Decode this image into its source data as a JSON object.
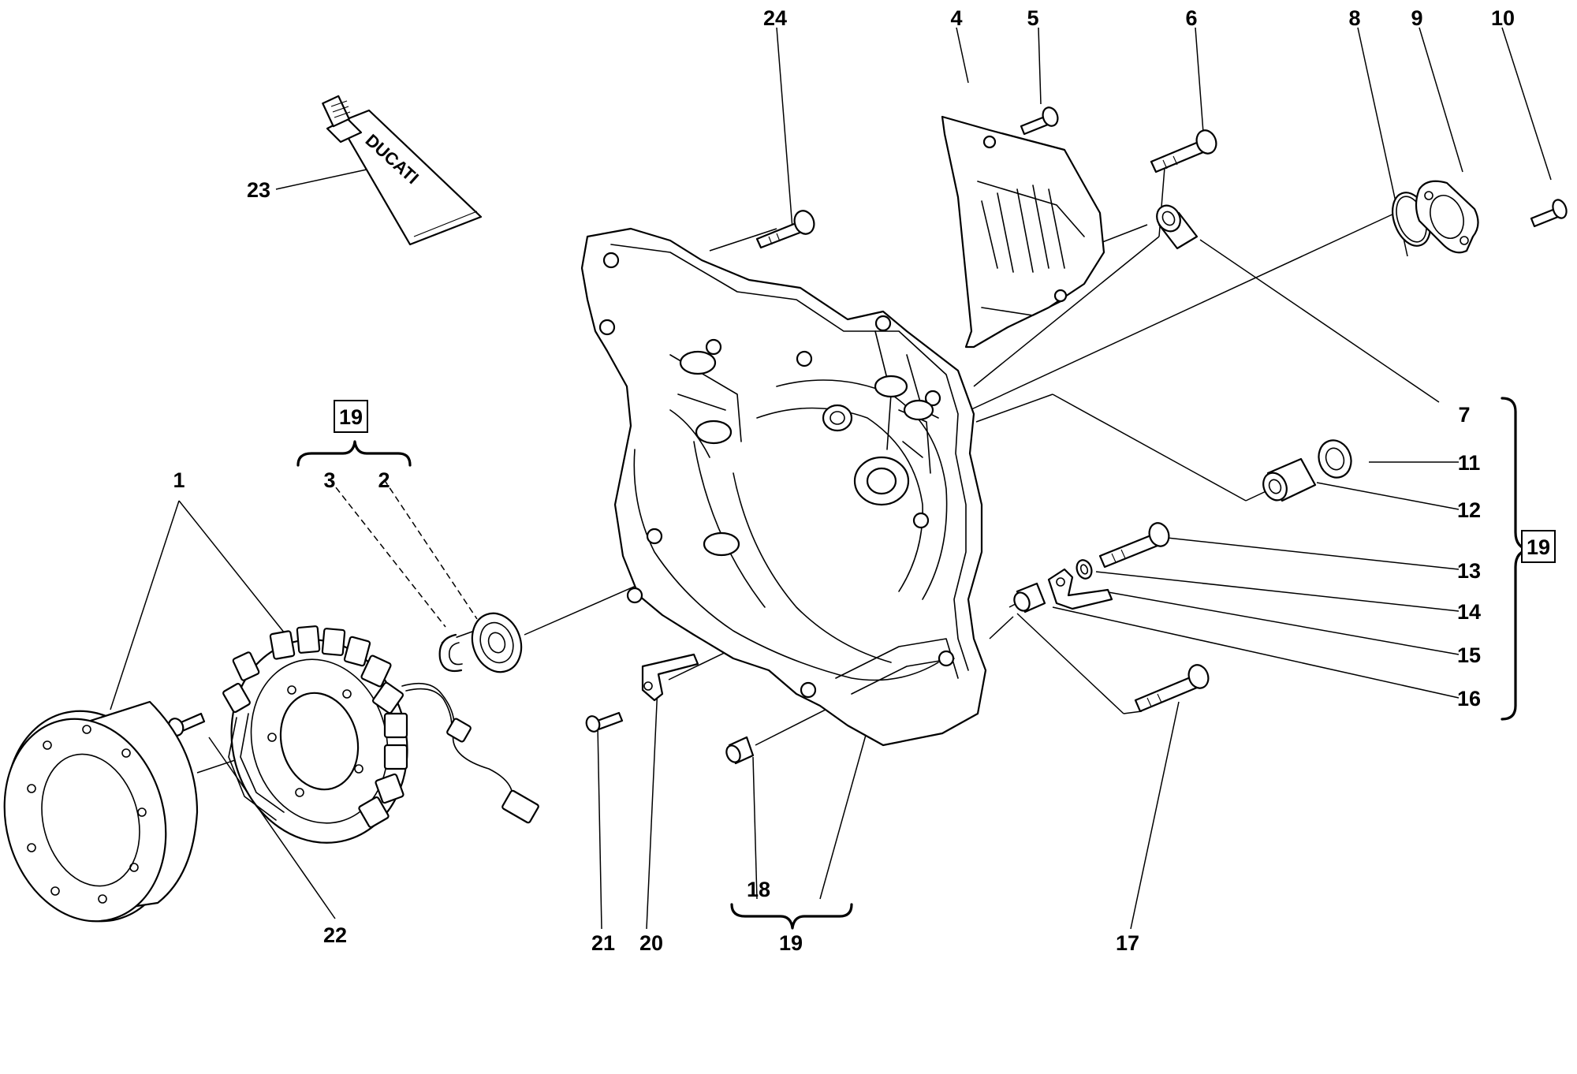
{
  "diagram": {
    "callouts": [
      {
        "id": "c24",
        "label": "24"
      },
      {
        "id": "c4",
        "label": "4"
      },
      {
        "id": "c5",
        "label": "5"
      },
      {
        "id": "c6",
        "label": "6"
      },
      {
        "id": "c8",
        "label": "8"
      },
      {
        "id": "c9",
        "label": "9"
      },
      {
        "id": "c10",
        "label": "10"
      },
      {
        "id": "c23",
        "label": "23"
      },
      {
        "id": "c7",
        "label": "7"
      },
      {
        "id": "c11",
        "label": "11"
      },
      {
        "id": "c12",
        "label": "12"
      },
      {
        "id": "c13",
        "label": "13"
      },
      {
        "id": "c14",
        "label": "14"
      },
      {
        "id": "c15",
        "label": "15"
      },
      {
        "id": "c16",
        "label": "16"
      },
      {
        "id": "c1",
        "label": "1"
      },
      {
        "id": "c3",
        "label": "3"
      },
      {
        "id": "c2",
        "label": "2"
      },
      {
        "id": "c22",
        "label": "22"
      },
      {
        "id": "c21",
        "label": "21"
      },
      {
        "id": "c20",
        "label": "20"
      },
      {
        "id": "c18",
        "label": "18"
      },
      {
        "id": "c19-bottom",
        "label": "19"
      },
      {
        "id": "c17",
        "label": "17"
      }
    ],
    "boxed_labels": [
      {
        "id": "kit-left",
        "label": "19"
      },
      {
        "id": "kit-right",
        "label": "19"
      }
    ],
    "tube_brand": "DUCATI",
    "colors": {
      "line": "#000000",
      "background": "#ffffff"
    }
  }
}
